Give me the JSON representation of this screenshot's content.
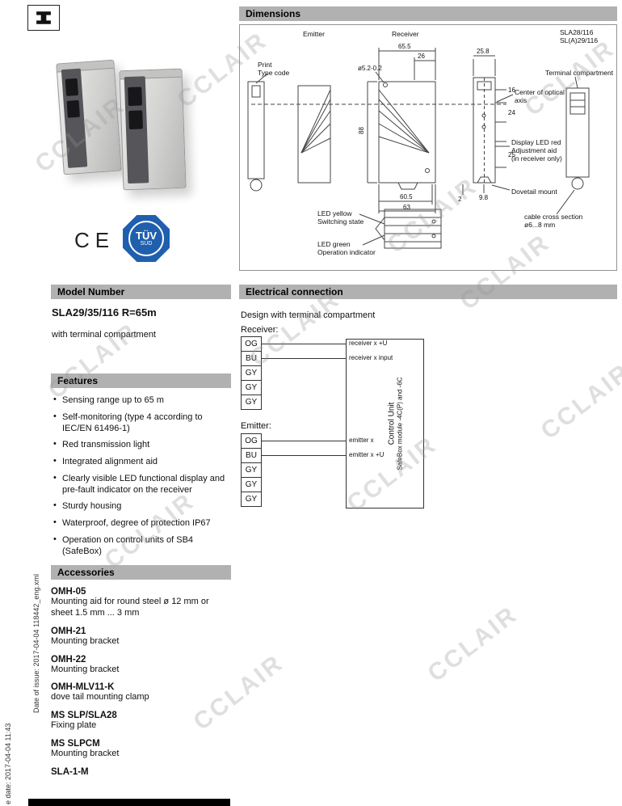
{
  "meta": {
    "watermark": "CCLAIR",
    "side_note": "Date of issue: 2017-04-04    118442_eng.xml",
    "side_note2": "e date: 2017-04-04 11:43"
  },
  "badges": {
    "ce": "CE",
    "tuv_line1": "TÜV",
    "tuv_line2": "SÜD"
  },
  "model": {
    "header": "Model Number",
    "number": "SLA29/35/116 R=65m",
    "note": "with terminal compartment"
  },
  "features": {
    "header": "Features",
    "items": [
      "Sensing range up to 65 m",
      "Self-monitoring (type 4 according to IEC/EN 61496-1)",
      "Red transmission light",
      "Integrated alignment aid",
      "Clearly visible LED functional display and pre-fault indicator on the receiver",
      "Sturdy housing",
      "Waterproof, degree of protection IP67",
      "Operation on control units of SB4 (SafeBox)"
    ]
  },
  "accessories": {
    "header": "Accessories",
    "items": [
      {
        "name": "OMH-05",
        "desc": "Mounting aid for round steel ø 12 mm or sheet 1.5 mm ... 3 mm"
      },
      {
        "name": "OMH-21",
        "desc": "Mounting bracket"
      },
      {
        "name": "OMH-22",
        "desc": "Mounting bracket"
      },
      {
        "name": "OMH-MLV11-K",
        "desc": "dove tail mounting clamp"
      },
      {
        "name": "MS SLP/SLA28",
        "desc": "Fixing plate"
      },
      {
        "name": "MS SLPCM",
        "desc": "Mounting bracket"
      },
      {
        "name": "SLA-1-M",
        "desc": ""
      }
    ]
  },
  "dimensions": {
    "header": "Dimensions",
    "emitter": "Emitter",
    "receiver": "Receiver",
    "variants": "SLA28/116\nSL(A)29/116",
    "print_type_code": "Print\nType code",
    "terminal_compartment": "Terminal compartment",
    "center_axis": "Center of optical\naxis",
    "display_led": "Display LED red\nAdjustment aid\n(in receiver only)",
    "dovetail": "Dovetail mount",
    "cable": "cable cross section\nø6...8 mm",
    "led_yellow": "LED yellow\nSwitching state",
    "led_green": "LED green\nOperation indicator",
    "dims": {
      "d655": "65.5",
      "d26": "26",
      "dhole": "ø5.2-0.2",
      "d258": "25.8",
      "d88": "88",
      "d16": "16",
      "d24": "24",
      "d25": "25",
      "d98": "9.8",
      "d2": "2",
      "d605": "60.5",
      "d63": "63"
    }
  },
  "electrical": {
    "header": "Electrical connection",
    "design_note": "Design with terminal compartment",
    "receiver_label": "Receiver:",
    "emitter_label": "Emitter:",
    "terminals": [
      "OG",
      "BU",
      "GY",
      "GY",
      "GY"
    ],
    "receiver_pins": [
      "receiver x +U",
      "receiver x input"
    ],
    "emitter_pins": [
      "emitter x",
      "emitter x +U"
    ],
    "control_unit_line1": "Control Unit",
    "control_unit_line2": "SafeBox module -4C(P) and -6C"
  }
}
